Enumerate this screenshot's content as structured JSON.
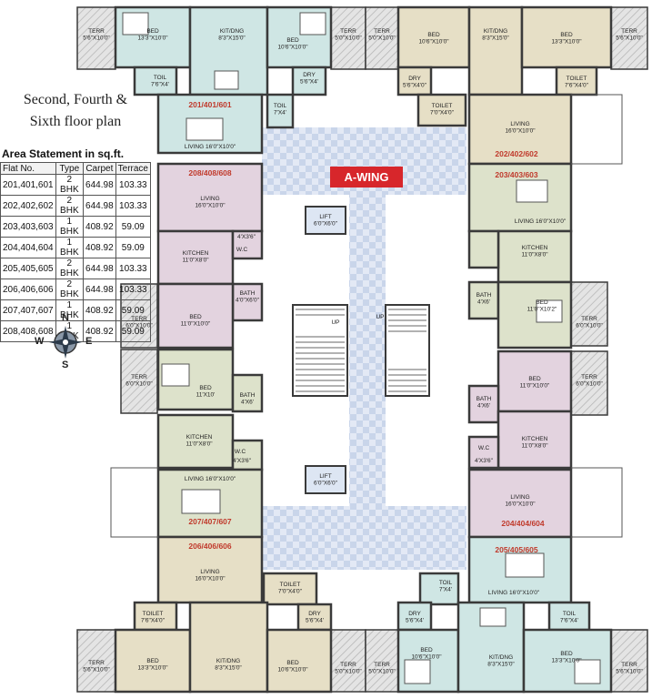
{
  "title": {
    "line1": "Second, Fourth &",
    "line2": "Sixth floor plan"
  },
  "area_statement": {
    "heading": "Area Statement in sq.ft.",
    "columns": [
      "Flat No.",
      "Type",
      "Carpet",
      "Terrace"
    ],
    "rows": [
      [
        "201,401,601",
        "2 BHK",
        "644.98",
        "103.33"
      ],
      [
        "202,402,602",
        "2 BHK",
        "644.98",
        "103.33"
      ],
      [
        "203,403,603",
        "1 BHK",
        "408.92",
        "59.09"
      ],
      [
        "204,404,604",
        "1 BHK",
        "408.92",
        "59.09"
      ],
      [
        "205,405,605",
        "2 BHK",
        "644.98",
        "103.33"
      ],
      [
        "206,406,606",
        "2 BHK",
        "644.98",
        "103.33"
      ],
      [
        "207,407,607",
        "1 BHK",
        "408.92",
        "59.09"
      ],
      [
        "208,408,608",
        "1 BHK",
        "408.92",
        "59.09"
      ]
    ]
  },
  "compass": {
    "n": "N",
    "s": "S",
    "e": "E",
    "w": "W"
  },
  "wing_label": "A-WING",
  "colors": {
    "flat_blue": "#cfe6e4",
    "flat_beige": "#e6dfc6",
    "flat_mauve": "#e3d3df",
    "flat_green": "#dde2cb",
    "corridor": "#dbe4f2",
    "terrace": "#d9d9d9",
    "wall": "#3a3a3a",
    "flat_number": "#c0392b",
    "accent": "#d7262b"
  },
  "flats": {
    "f201": "201/401/601",
    "f202": "202/402/602",
    "f203": "203/403/603",
    "f204": "204/404/604",
    "f205": "205/405/605",
    "f206": "206/406/606",
    "f207": "207/407/607",
    "f208": "208/408/608"
  },
  "rooms": {
    "terr_tl": [
      "TERR",
      "5'6\"X10'0\""
    ],
    "bed_201a": [
      "BED",
      "13'3\"X10'0\""
    ],
    "kit_201": [
      "KIT/DNG",
      "8'3\"X15'0\""
    ],
    "bed_201b": [
      "BED",
      "10'6\"X10'0\""
    ],
    "terr_201b": [
      "TERR",
      "5'0\"X10'0\""
    ],
    "toil_201a": [
      "TOIL",
      "7'6\"X4'"
    ],
    "dry_201": [
      "DRY",
      "5'6\"X4'"
    ],
    "toil_201b": [
      "TOIL",
      "7'X4'"
    ],
    "liv_201": [
      "LIVING 16'0\"X10'0\""
    ],
    "terr_202a": [
      "TERR",
      "5'0\"X10'0\""
    ],
    "bed_202a": [
      "BED",
      "10'6\"X10'0\""
    ],
    "kit_202": [
      "KIT/DNG",
      "8'3\"X15'0\""
    ],
    "bed_202b": [
      "BED",
      "13'3\"X10'0\""
    ],
    "terr_tr": [
      "TERR",
      "5'6\"X10'0\""
    ],
    "dry_202": [
      "DRY",
      "5'6\"X4'0\""
    ],
    "toil_202a": [
      "TOILET",
      "7'0\"X4'0\""
    ],
    "toil_202b": [
      "TOILET",
      "7'6\"X4'0\""
    ],
    "liv_202": [
      "LIVING",
      "16'0\"X10'0\""
    ],
    "liv_208": [
      "LIVING",
      "16'0\"X10'0\""
    ],
    "wc_208a": [
      "4'X3'6\""
    ],
    "wc_208b": [
      "W.C"
    ],
    "kit_208": [
      "KITCHEN",
      "11'0\"X8'0\""
    ],
    "bath_208": [
      "BATH",
      "4'0\"X6'0\""
    ],
    "bed_208": [
      "BED",
      "11'0\"X10'0\""
    ],
    "terr_208": [
      "TERR",
      "6'0\"X10'0\""
    ],
    "liv_203": [
      "LIVING 16'0\"X10'0\""
    ],
    "kit_203": [
      "KITCHEN",
      "11'0\"X8'0\""
    ],
    "bath_203": [
      "BATH",
      "4'X6'"
    ],
    "bed_203": [
      "BED",
      "11'0\"X10'2\""
    ],
    "terr_203": [
      "TERR",
      "6'0\"X10'0\""
    ],
    "lift_top": [
      "LIFT",
      "6'0\"X6'0\""
    ],
    "lift_bot": [
      "LIFT",
      "6'0\"X6'0\""
    ],
    "up_left": [
      "UP"
    ],
    "up_right": [
      "UP"
    ],
    "terr_207": [
      "TERR",
      "6'0\"X10'0\""
    ],
    "bed_207": [
      "BED",
      "11'X10'"
    ],
    "bath_207": [
      "BATH",
      "4'X6'"
    ],
    "kit_207": [
      "KITCHEN",
      "11'0\"X8'0\""
    ],
    "wc_207": [
      "W.C"
    ],
    "wc_207b": [
      "4'X3'6\""
    ],
    "liv_207": [
      "LIVING 16'0\"X10'0\""
    ],
    "terr_204": [
      "TERR",
      "6'0\"X10'0\""
    ],
    "bed_204": [
      "BED",
      "11'0\"X10'0\""
    ],
    "bath_204": [
      "BATH",
      "4'X6'"
    ],
    "kit_204": [
      "KITCHEN",
      "11'0\"X8'0\""
    ],
    "wc_204": [
      "W.C"
    ],
    "wc_204b": [
      "4'X3'6\""
    ],
    "liv_204": [
      "LIVING",
      "16'0\"X10'0\""
    ],
    "liv_206": [
      "LIVING",
      "16'0\"X10'0\""
    ],
    "toil_206a": [
      "TOILET",
      "7'0\"X4'0\""
    ],
    "toil_206b": [
      "TOILET",
      "7'6\"X4'0\""
    ],
    "dry_206": [
      "DRY",
      "5'6\"X4'"
    ],
    "terr_bl": [
      "TERR",
      "5'6\"X10'0\""
    ],
    "bed_206a": [
      "BED",
      "13'3\"X10'0\""
    ],
    "kit_206": [
      "KIT/DNG",
      "8'3\"X15'0\""
    ],
    "bed_206b": [
      "BED",
      "10'6\"X10'0\""
    ],
    "terr_206b": [
      "TERR",
      "5'0\"X10'0\""
    ],
    "toil_205a": [
      "TOIL",
      "7'X4'"
    ],
    "liv_205": [
      "LIVING 16'0\"X10'0\""
    ],
    "dry_205": [
      "DRY",
      "5'6\"X4'"
    ],
    "toil_205b": [
      "TOIL",
      "7'6\"X4'"
    ],
    "terr_205a": [
      "TERR",
      "5'0\"X10'0\""
    ],
    "bed_205a": [
      "BED",
      "10'6\"X10'0\""
    ],
    "kit_205": [
      "KIT/DNG",
      "8'3\"X15'0\""
    ],
    "bed_205b": [
      "BED",
      "13'3\"X10'0\""
    ],
    "terr_br": [
      "TERR",
      "5'6\"X10'0\""
    ]
  }
}
